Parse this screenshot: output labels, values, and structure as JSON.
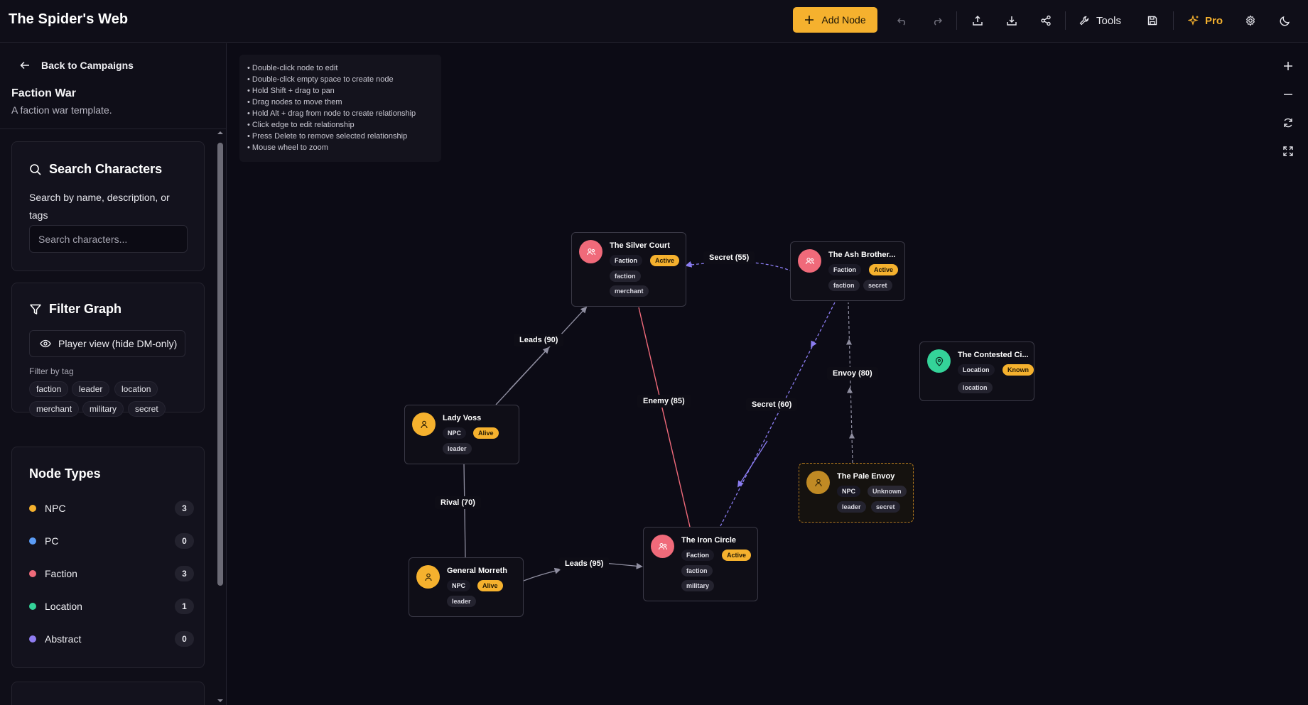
{
  "app": {
    "title": "The Spider's Web"
  },
  "header": {
    "add_node_label": "Add Node",
    "tools_label": "Tools",
    "pro_label": "Pro",
    "accent_color": "#f5b12e"
  },
  "sidebar": {
    "back_label": "Back to Campaigns",
    "campaign_name": "Faction War",
    "campaign_desc": "A faction war template.",
    "search": {
      "title": "Search Characters",
      "help": "Search by name, description, or tags",
      "placeholder": "Search characters..."
    },
    "filter": {
      "title": "Filter Graph",
      "player_view_label": "Player view (hide DM-only)",
      "filter_by_tag_label": "Filter by tag",
      "tags": [
        "faction",
        "leader",
        "location",
        "merchant",
        "military",
        "secret"
      ]
    },
    "node_types": {
      "title": "Node Types",
      "items": [
        {
          "label": "NPC",
          "count": "3",
          "color": "#f5b12e"
        },
        {
          "label": "PC",
          "count": "0",
          "color": "#5b9cf6"
        },
        {
          "label": "Faction",
          "count": "3",
          "color": "#f06a7a"
        },
        {
          "label": "Location",
          "count": "1",
          "color": "#34d399"
        },
        {
          "label": "Abstract",
          "count": "0",
          "color": "#8f7cf0"
        }
      ]
    }
  },
  "canvas": {
    "help_lines": [
      "Double-click node to edit",
      "Double-click empty space to create node",
      "Hold Shift + drag to pan",
      "Drag nodes to move them",
      "Hold Alt + drag from node to create relationship",
      "Click edge to edit relationship",
      "Press Delete to remove selected relationship",
      "Mouse wheel to zoom"
    ],
    "nodes": {
      "silver_court": {
        "name": "The Silver Court",
        "type": "Faction",
        "status": "Active",
        "tags": [
          "faction",
          "merchant"
        ]
      },
      "ash_brotherhood": {
        "name": "The Ash Brother...",
        "type": "Faction",
        "status": "Active",
        "tags": [
          "faction",
          "secret"
        ]
      },
      "contested_city": {
        "name": "The Contested Ci...",
        "type": "Location",
        "status": "Known",
        "tags": [
          "location"
        ]
      },
      "lady_voss": {
        "name": "Lady Voss",
        "type": "NPC",
        "status": "Alive",
        "tags": [
          "leader"
        ]
      },
      "pale_envoy": {
        "name": "The Pale Envoy",
        "type": "NPC",
        "status": "Unknown",
        "tags": [
          "leader",
          "secret"
        ]
      },
      "general_morreth": {
        "name": "General Morreth",
        "type": "NPC",
        "status": "Alive",
        "tags": [
          "leader"
        ]
      },
      "iron_circle": {
        "name": "The Iron Circle",
        "type": "Faction",
        "status": "Active",
        "tags": [
          "faction",
          "military"
        ]
      }
    },
    "edges": {
      "secret_55": "Secret (55)",
      "leads_90": "Leads (90)",
      "enemy_85": "Enemy (85)",
      "secret_60": "Secret (60)",
      "envoy_80": "Envoy (80)",
      "rival_70": "Rival (70)",
      "leads_95": "Leads (95)"
    }
  }
}
